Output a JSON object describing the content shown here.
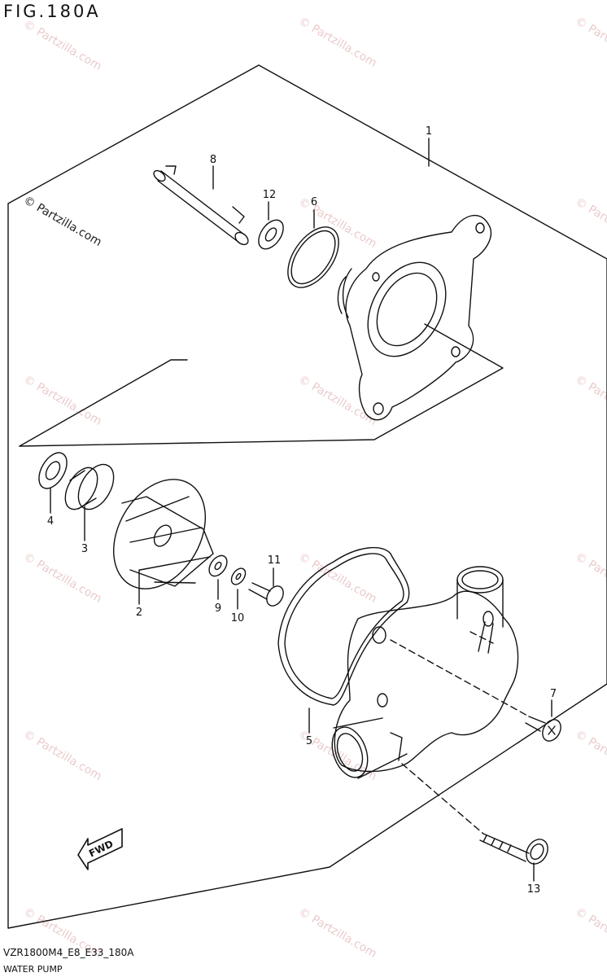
{
  "figure": {
    "title": "FIG.180A",
    "footer_code": "VZR1800M4_E8_E33_180A",
    "footer_name": "WATER PUMP",
    "fwd_label": "FWD"
  },
  "watermark": {
    "text": "© Partzilla.com"
  },
  "callouts": [
    {
      "num": "1"
    },
    {
      "num": "2"
    },
    {
      "num": "3"
    },
    {
      "num": "4"
    },
    {
      "num": "5"
    },
    {
      "num": "6"
    },
    {
      "num": "7"
    },
    {
      "num": "8"
    },
    {
      "num": "9"
    },
    {
      "num": "10"
    },
    {
      "num": "11"
    },
    {
      "num": "12"
    },
    {
      "num": "13"
    }
  ]
}
